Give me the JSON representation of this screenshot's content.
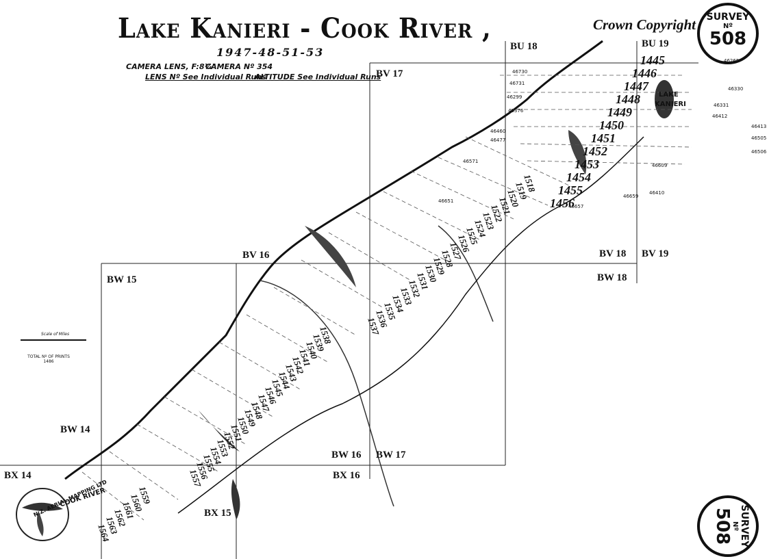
{
  "header": {
    "title": "Lake Kanieri - Cook River ,",
    "years": "1947-48-51-53",
    "camera_lens": "CAMERA LENS, F:8¼\"",
    "camera_no": "CAMERA Nº 354",
    "lens_no": "LENS Nº See Individual Runs",
    "altitude": "ALTITUDE See Individual Runs",
    "copyright": "Crown Copyright"
  },
  "survey_seal": {
    "top_word": "SURVEY",
    "no": "Nº",
    "number": "508"
  },
  "grid_labels": [
    "BU 18",
    "BU 19",
    "BV 17",
    "BV 16",
    "BV 18",
    "BV 19",
    "BW 15",
    "BW 18",
    "BW 14",
    "BW 16",
    "BW 17",
    "BX 14",
    "BX 16",
    "BX 15"
  ],
  "scale": {
    "label": "Scale of Miles"
  },
  "prints": {
    "label": "TOTAL Nº OF PRINTS",
    "count": "1486"
  },
  "logo": {
    "text": "N.Z. AERIAL MAPPING LTD"
  },
  "places": {
    "lake": "LAKE",
    "kanieri": "KANIERI",
    "cook_river": "COOK RIVER"
  },
  "runs_upper": [
    "1445",
    "1446",
    "1447",
    "1448",
    "1449",
    "1450",
    "1451",
    "1452",
    "1453",
    "1454",
    "1455",
    "1456"
  ],
  "runs_diag_a": [
    "1518",
    "1519",
    "1520",
    "1521",
    "1522",
    "1523",
    "1524",
    "1525",
    "1526",
    "1527",
    "1528",
    "1529",
    "1530",
    "1531",
    "1532",
    "1533",
    "1534",
    "1535",
    "1536",
    "1537"
  ],
  "runs_diag_b": [
    "1538",
    "1539",
    "1540",
    "1541",
    "1542",
    "1543",
    "1544",
    "1545",
    "1546",
    "1547",
    "1548",
    "1549",
    "1550",
    "1551",
    "1552",
    "1553",
    "1554",
    "1555",
    "1556",
    "1557"
  ],
  "runs_diag_c": [
    "1559",
    "1560",
    "1561",
    "1562",
    "1563",
    "1564"
  ],
  "sheet_numbers": [
    "46730",
    "46731",
    "46299",
    "46376",
    "46330",
    "46331",
    "46265",
    "46412",
    "46413",
    "46505",
    "46506",
    "46609",
    "46410",
    "46659",
    "46657",
    "46571",
    "46651",
    "46477",
    "46460"
  ]
}
